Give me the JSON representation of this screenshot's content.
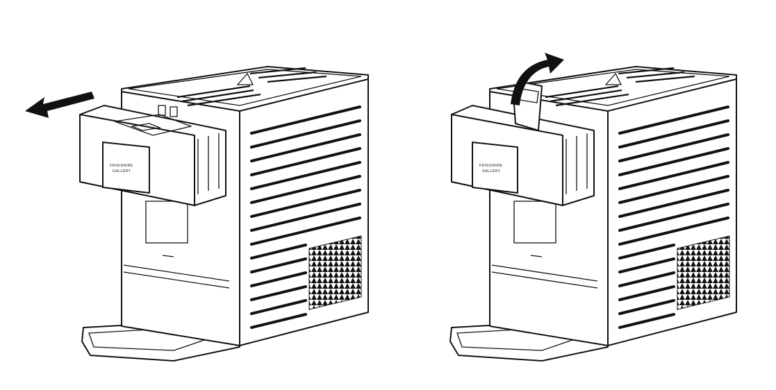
{
  "figures": [
    {
      "id": "drawer-pulled-out",
      "logo_text": [
        "FRIGIDAIRE",
        "GALLERY"
      ],
      "arrow": "arrow-left"
    },
    {
      "id": "lid-lifted",
      "logo_text": [
        "FRIGIDAIRE",
        "GALLERY"
      ],
      "arrow": "arrow-curved-up"
    }
  ],
  "colors": {
    "line": "#111111",
    "background": "#ffffff"
  }
}
